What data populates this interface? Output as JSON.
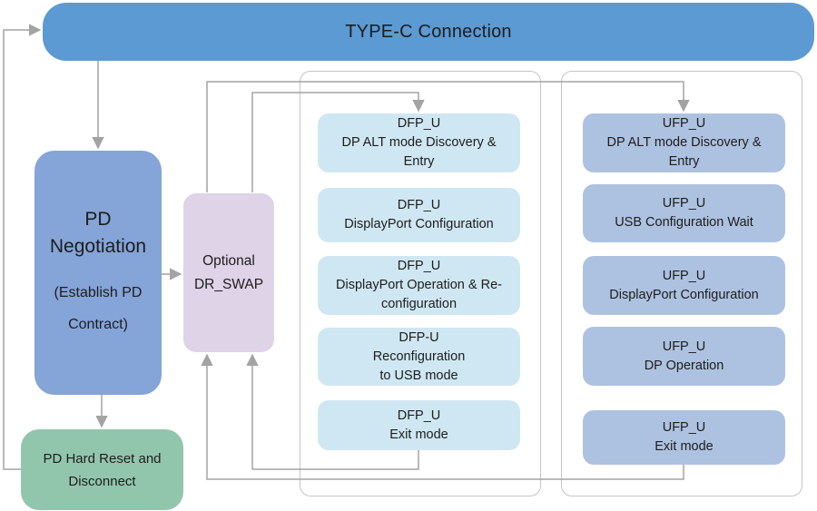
{
  "diagram": {
    "typec": {
      "label": "TYPE-C Connection"
    },
    "pd_negotiation": {
      "title_line1": "PD",
      "title_line2": "Negotiation",
      "sub_line1": "(Establish PD",
      "sub_line2": "Contract)"
    },
    "dr_swap": {
      "line1": "Optional",
      "line2": "DR_SWAP"
    },
    "pd_hard_reset": {
      "line1": "PD Hard Reset and",
      "line2": "Disconnect"
    },
    "dfp_column": {
      "boxes": [
        {
          "line1": "DFP_U",
          "line2": "DP ALT mode Discovery &",
          "line3": "Entry"
        },
        {
          "line1": "DFP_U",
          "line2": "DisplayPort Configuration"
        },
        {
          "line1": "DFP_U",
          "line2": "DisplayPort Operation & Re-",
          "line3": "configuration"
        },
        {
          "line1": "DFP-U",
          "line2": "Reconfiguration",
          "line3": "to USB mode"
        },
        {
          "line1": "DFP_U",
          "line2": "Exit mode"
        }
      ]
    },
    "ufp_column": {
      "boxes": [
        {
          "line1": "UFP_U",
          "line2": "DP ALT mode Discovery &",
          "line3": "Entry"
        },
        {
          "line1": "UFP_U",
          "line2": "USB Configuration Wait"
        },
        {
          "line1": "UFP_U",
          "line2": "DisplayPort Configuration"
        },
        {
          "line1": "UFP_U",
          "line2": "DP Operation"
        },
        {
          "line1": "UFP_U",
          "line2": "Exit mode"
        }
      ]
    },
    "colors": {
      "typec_fill": "#5b9ad3",
      "pd_negotiation_fill": "#85a4d8",
      "pd_hard_reset_fill": "#92c6ac",
      "dr_swap_fill": "#ded3e7",
      "dfp_box_fill": "#cfe7f2",
      "ufp_box_fill": "#adc2e0",
      "connector": "#a3a3a3"
    }
  }
}
